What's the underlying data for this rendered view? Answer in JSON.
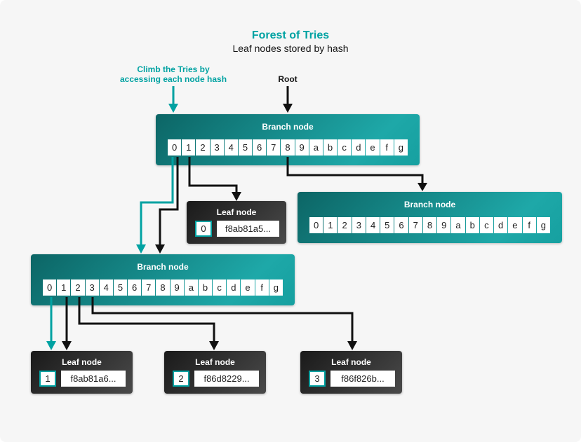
{
  "title": "Forest of Tries",
  "subtitle": "Leaf nodes stored by hash",
  "annotations": {
    "climb_label": "Climb the Tries by\naccessing each node hash",
    "root_label": "Root"
  },
  "colors": {
    "teal": "#00a2a2",
    "connector_black": "#111111",
    "branch_gradient_start": "#0c6565",
    "branch_gradient_end": "#1ea8a8",
    "leaf_gradient_start": "#1a1a1a",
    "leaf_gradient_end": "#4a4a4a",
    "background": "#f6f6f6"
  },
  "branch_nodes": {
    "root": {
      "label": "Branch node",
      "cells": [
        "0",
        "1",
        "2",
        "3",
        "4",
        "5",
        "6",
        "7",
        "8",
        "9",
        "a",
        "b",
        "c",
        "d",
        "e",
        "f",
        "g"
      ]
    },
    "right": {
      "label": "Branch node",
      "cells": [
        "0",
        "1",
        "2",
        "3",
        "4",
        "5",
        "6",
        "7",
        "8",
        "9",
        "a",
        "b",
        "c",
        "d",
        "e",
        "f",
        "g"
      ]
    },
    "lower": {
      "label": "Branch node",
      "cells": [
        "0",
        "1",
        "2",
        "3",
        "4",
        "5",
        "6",
        "7",
        "8",
        "9",
        "a",
        "b",
        "c",
        "d",
        "e",
        "f",
        "g"
      ]
    }
  },
  "leaf_nodes": {
    "leaf_0": {
      "label": "Leaf node",
      "index": "0",
      "hash": "f8ab81a5..."
    },
    "leaf_1": {
      "label": "Leaf node",
      "index": "1",
      "hash": "f8ab81a6..."
    },
    "leaf_2": {
      "label": "Leaf node",
      "index": "2",
      "hash": "f86d8229..."
    },
    "leaf_3": {
      "label": "Leaf node",
      "index": "3",
      "hash": "f86f826b..."
    }
  }
}
